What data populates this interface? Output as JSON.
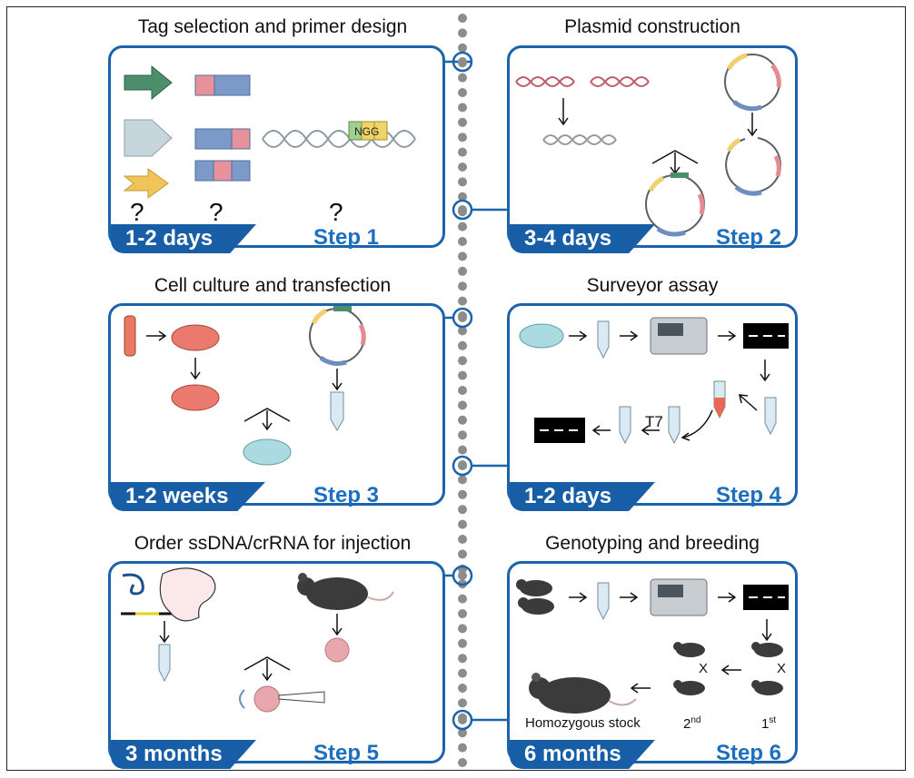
{
  "steps": [
    {
      "title": "Tag selection and primer design",
      "duration": "1-2 days",
      "label": "Step 1"
    },
    {
      "title": "Plasmid construction",
      "duration": "3-4 days",
      "label": "Step 2"
    },
    {
      "title": "Cell culture and transfection",
      "duration": "1-2 weeks",
      "label": "Step 3"
    },
    {
      "title": "Surveyor assay",
      "duration": "1-2 days",
      "label": "Step 4"
    },
    {
      "title": "Order ssDNA/crRNA for injection",
      "duration": "3 months",
      "label": "Step 5"
    },
    {
      "title": "Genotyping and breeding",
      "duration": "6 months",
      "label": "Step 6"
    }
  ],
  "step1": {
    "questions": [
      "?",
      "?",
      "?"
    ],
    "pam": "NGG"
  },
  "step4": {
    "enzyme": "T7"
  },
  "step6": {
    "stock_label": "Homozygous stock",
    "gen2": "2",
    "gen2_sup": "nd",
    "gen1": "1",
    "gen1_sup": "st",
    "cross": "X"
  },
  "colors": {
    "panel_border": "#1c63ad",
    "time_tab": "#175ea6",
    "step_text": "#1c6fc0",
    "dots": "#8c8c8c"
  }
}
